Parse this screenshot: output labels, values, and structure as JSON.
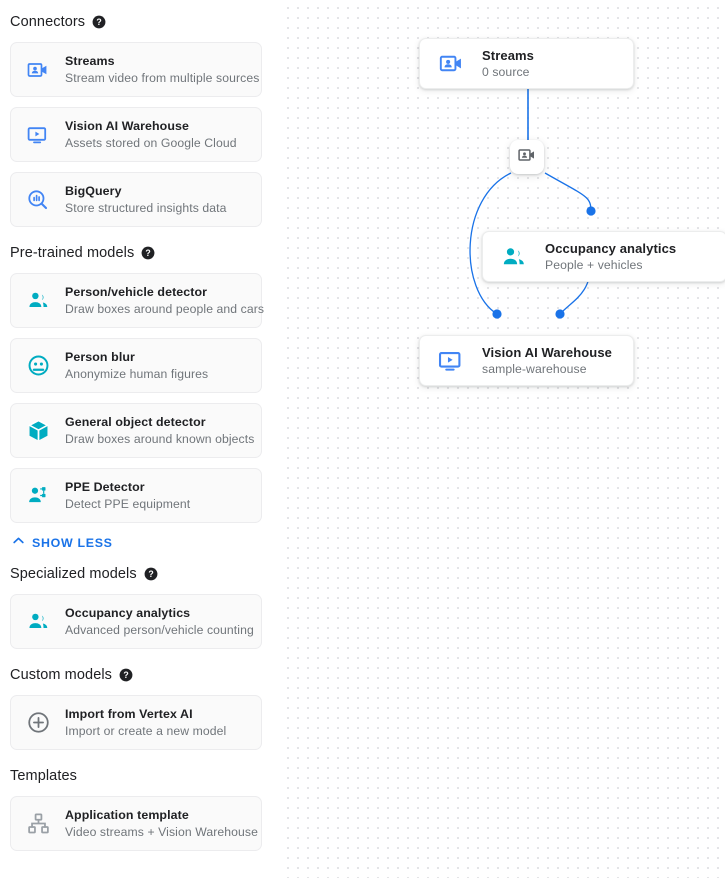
{
  "sidebar": {
    "sections": [
      {
        "title": "Connectors",
        "help": "help-icon",
        "items": [
          {
            "title": "Streams",
            "subtitle": "Stream video from multiple sources",
            "icon": "video-camera-person-icon",
            "color": "#4285f4"
          },
          {
            "title": "Vision AI Warehouse",
            "subtitle": "Assets stored on Google Cloud",
            "icon": "monitor-play-icon",
            "color": "#4285f4"
          },
          {
            "title": "BigQuery",
            "subtitle": "Store structured insights data",
            "icon": "bigquery-magnifier-icon",
            "color": "#4285f4"
          }
        ]
      },
      {
        "title": "Pre-trained models",
        "help": "help-icon",
        "items": [
          {
            "title": "Person/vehicle detector",
            "subtitle": "Draw boxes around people and cars",
            "icon": "people-icon",
            "color": "#00acc1"
          },
          {
            "title": "Person blur",
            "subtitle": "Anonymize human figures",
            "icon": "face-blur-icon",
            "color": "#00acc1"
          },
          {
            "title": "General object detector",
            "subtitle": "Draw boxes around known objects",
            "icon": "cube-icon",
            "color": "#00acc1"
          },
          {
            "title": "PPE Detector",
            "subtitle": "Detect PPE equipment",
            "icon": "ppe-person-icon",
            "color": "#00acc1"
          }
        ]
      }
    ],
    "show_less": {
      "label": "SHOW LESS",
      "icon": "chevron-up-icon",
      "color": "#1a73e8"
    },
    "sections2": [
      {
        "title": "Specialized models",
        "help": "help-icon",
        "items": [
          {
            "title": "Occupancy analytics",
            "subtitle": "Advanced person/vehicle counting",
            "icon": "people-icon",
            "color": "#00acc1"
          }
        ]
      },
      {
        "title": "Custom models",
        "help": "help-icon",
        "items": [
          {
            "title": "Import from Vertex AI",
            "subtitle": "Import or create a new model",
            "icon": "plus-circle-icon",
            "color": "#70757a"
          }
        ]
      },
      {
        "title": "Templates",
        "help": null,
        "items": [
          {
            "title": "Application template",
            "subtitle": "Video streams + Vision Warehouse",
            "icon": "hierarchy-icon",
            "color": "#9aa0a6"
          }
        ]
      }
    ]
  },
  "canvas": {
    "nodes": [
      {
        "title": "Streams",
        "subtitle": "0 source",
        "icon": "video-camera-person-icon",
        "color": "#4285f4"
      },
      {
        "title": "Occupancy analytics",
        "subtitle": "People + vehicles",
        "icon": "people-icon",
        "color": "#00acc1"
      },
      {
        "title": "Vision AI Warehouse",
        "subtitle": "sample-warehouse",
        "icon": "monitor-play-icon",
        "color": "#4285f4"
      }
    ],
    "badge": {
      "icon": "video-camera-person-icon",
      "color": "#5f6368"
    },
    "edge_color": "#1a73e8",
    "port_color": "#1a73e8"
  }
}
